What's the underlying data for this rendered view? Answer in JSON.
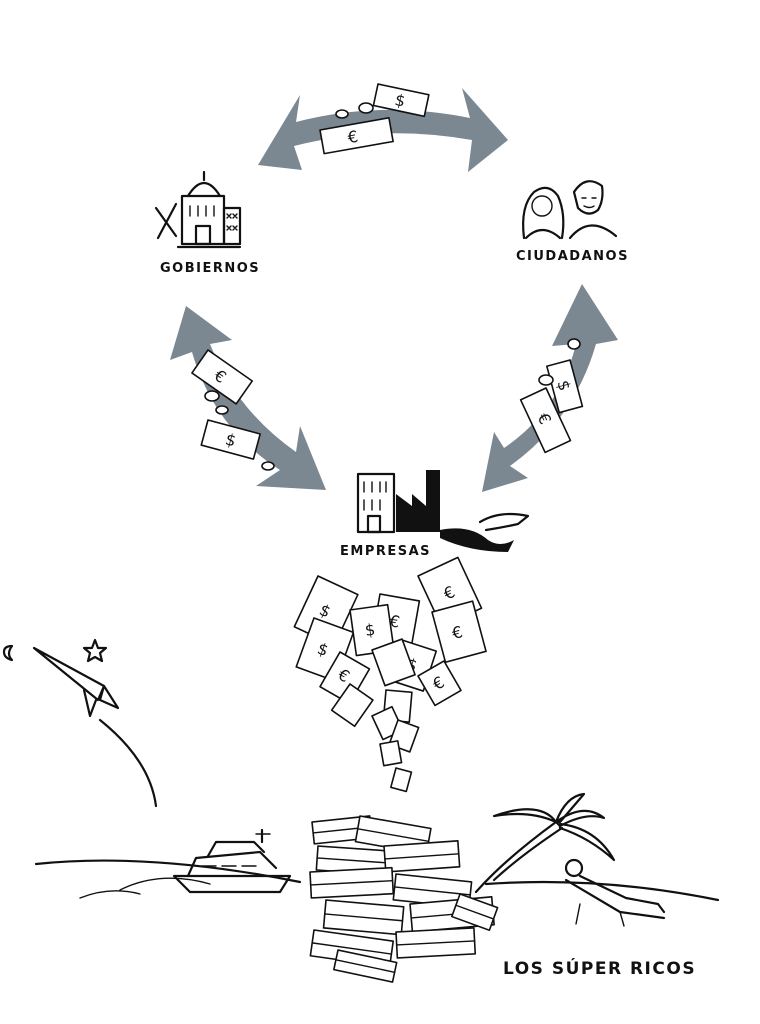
{
  "labels": {
    "governments": "GOBIERNOS",
    "citizens": "CIUDADANOS",
    "companies": "EMPRESAS",
    "super_rich": "LOS SÚPER RICOS"
  },
  "colors": {
    "arrow": "#7b8791",
    "ink": "#111111",
    "paper": "#ffffff"
  },
  "currency_symbols": [
    "€",
    "$"
  ],
  "icons": [
    "government-building-icon",
    "citizens-icon",
    "factory-icon",
    "rocket-icon",
    "yacht-icon",
    "palm-tree-icon",
    "money-pile-icon"
  ]
}
